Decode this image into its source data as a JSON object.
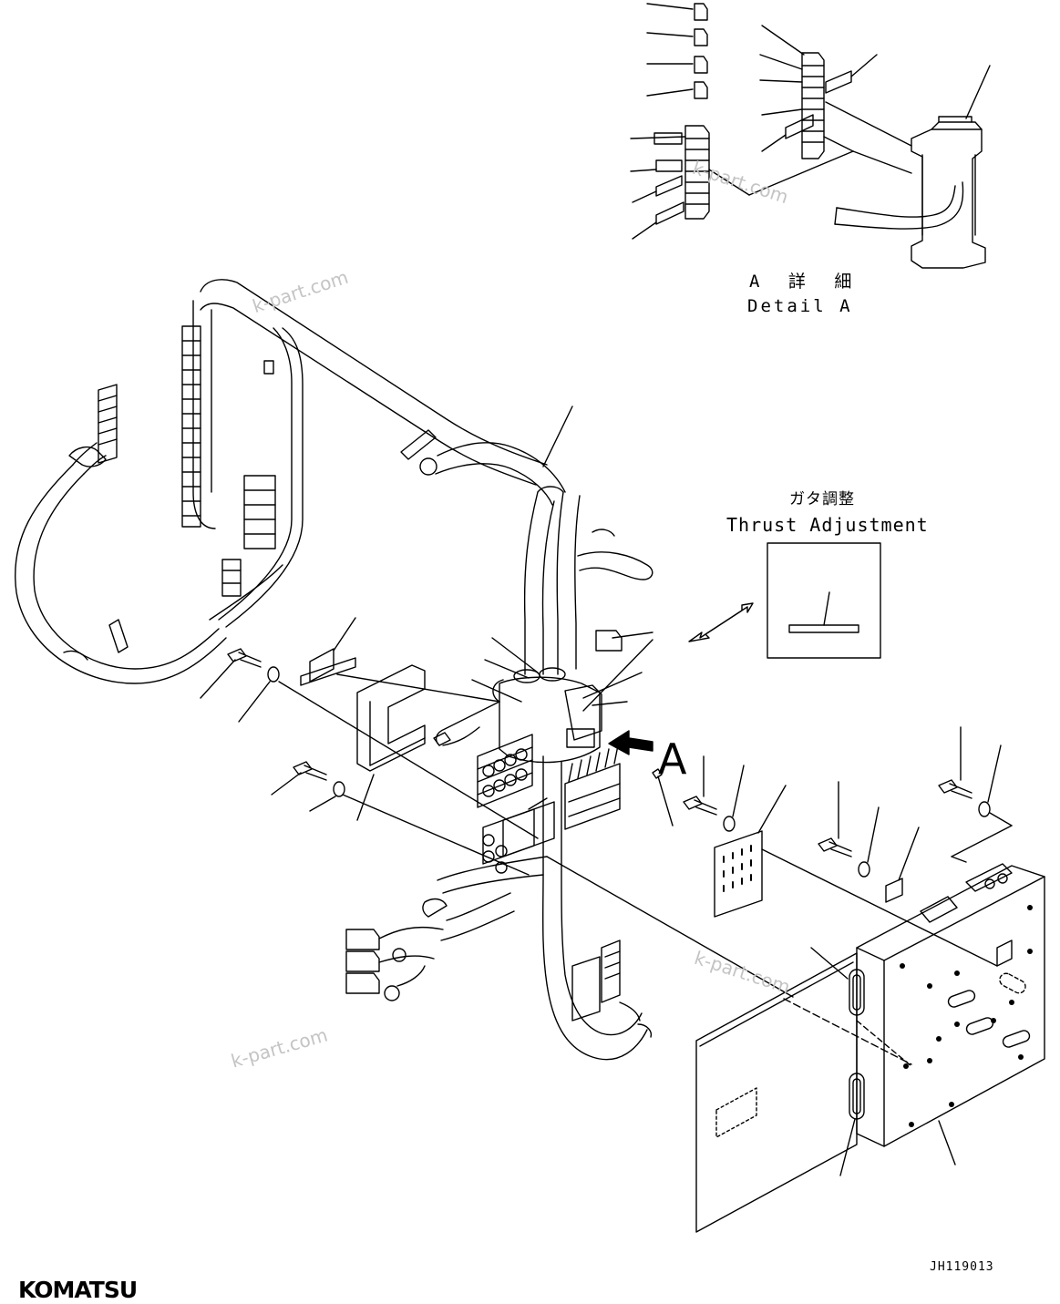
{
  "labels": {
    "detail_jp": "A 詳 細",
    "detail_en": "Detail A",
    "thrust_jp": "ガタ調整",
    "thrust_en": "Thrust Adjustment",
    "view_arrow": "A",
    "drawing_code": "JH119013",
    "brand": "KOMATSU"
  },
  "watermarks": [
    "k-part.com",
    "k-part.com",
    "k-part.com",
    "k-part.com"
  ],
  "colors": {
    "line": "#000000",
    "watermark": "#c4c4c4",
    "background": "#ffffff"
  }
}
